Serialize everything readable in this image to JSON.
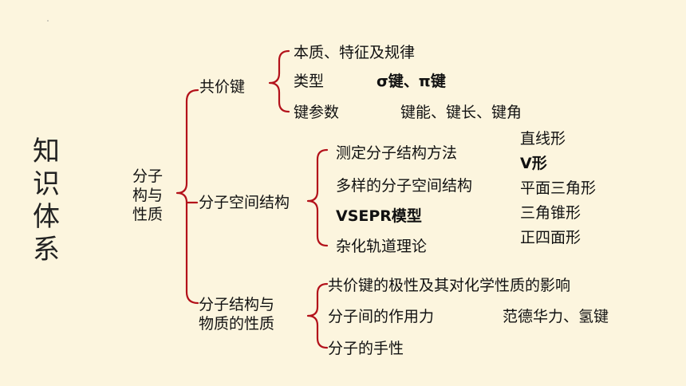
{
  "side_title": [
    "知",
    "识",
    "体",
    "系"
  ],
  "root": [
    "分子",
    "构与",
    "性质"
  ],
  "branches": {
    "covalent": {
      "label": "共价键",
      "items": {
        "nature": "本质、特征及规律",
        "type_label": "类型",
        "type_value": "σ键、π键",
        "param_label": "键参数",
        "param_value": "键能、键长、键角"
      }
    },
    "spatial": {
      "label": "分子空间结构",
      "items": {
        "method": "测定分子结构方法",
        "diverse": "多样的分子空间结构",
        "vsepr": "VSEPR模型",
        "hybrid": "杂化轨道理论"
      },
      "shapes": [
        "直线形",
        "V形",
        "平面三角形",
        "三角锥形",
        "正四面形"
      ]
    },
    "properties": {
      "label": [
        "分子结构与",
        "物质的性质"
      ],
      "items": {
        "polarity": "共价键的极性及其对化学性质的影响",
        "intermolecular": "分子间的作用力",
        "intermolecular_value": "范德华力、氢键",
        "chirality": "分子的手性"
      }
    }
  },
  "colors": {
    "background": "#fcf5de",
    "bracket": "#b3111a",
    "text": "#111111"
  }
}
